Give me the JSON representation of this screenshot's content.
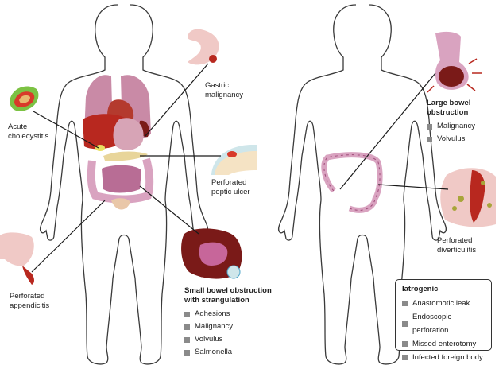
{
  "labels": {
    "acute_cholecystitis": [
      "Acute",
      "cholecystitis"
    ],
    "gastric_malignancy": [
      "Gastric",
      "malignancy"
    ],
    "perforated_peptic_ulcer": [
      "Perforated",
      "peptic ulcer"
    ],
    "perforated_appendicitis": [
      "Perforated",
      "appendicitis"
    ],
    "perforated_diverticulitis": [
      "Perforated",
      "diverticulitis"
    ]
  },
  "small_bowel": {
    "title": [
      "Small bowel obstruction",
      "with strangulation"
    ],
    "items": [
      "Adhesions",
      "Malignancy",
      "Volvulus",
      "Salmonella"
    ]
  },
  "large_bowel": {
    "title": [
      "Large bowel",
      "obstruction"
    ],
    "items": [
      "Malignancy",
      "Volvulus"
    ]
  },
  "iatrogenic": {
    "title": "Iatrogenic",
    "items": [
      "Anastomotic leak",
      "Endoscopic perforation",
      "Missed enterotomy",
      "Infected foreign body"
    ]
  },
  "colors": {
    "outline": "#3a3a3a",
    "lung": "#c98aa6",
    "liver": "#b8281f",
    "bowel": "#d9a3c0",
    "bullet": "#8a8a8a"
  }
}
